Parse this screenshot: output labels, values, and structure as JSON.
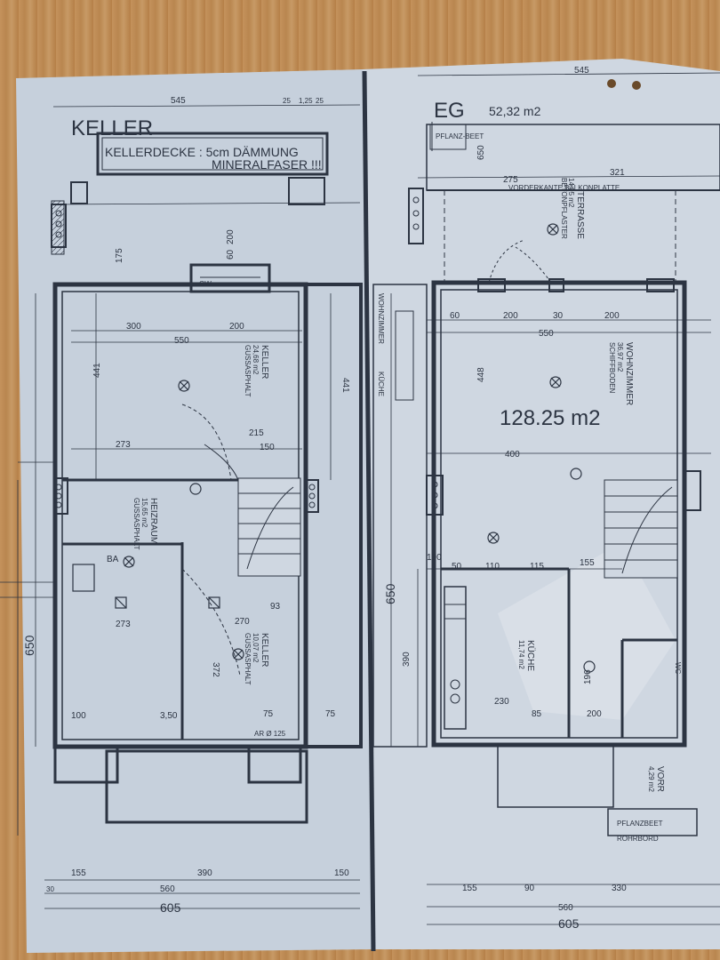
{
  "plans": {
    "keller": {
      "title": "KELLER",
      "note_line1": "KELLERDECKE : 5cm DÄMMUNG",
      "note_line2": "MINERALFASER !!!",
      "room_keller1": "KELLER",
      "room_keller1_area": "24,68 m2",
      "room_keller1_floor": "GUSSASPHALT",
      "room_heizraum": "HEIZRAUM",
      "room_heizraum_area": "15,65 m2",
      "room_heizraum_floor": "GUSSASPHALT",
      "room_keller2": "KELLER",
      "room_keller2_area": "10,07 m2",
      "room_keller2_floor": "GUSSASPHALT",
      "ba_label": "BA",
      "gw_label": "GW"
    },
    "eg": {
      "title": "EG",
      "terrace_area": "52,32 m2",
      "total_area": "128.25 m2",
      "room_terrasse": "TERRASSE",
      "room_terrasse_area": "14,95 m2",
      "room_terrasse_floor": "BETONPFLASTER",
      "room_wohnzimmer": "WOHNZIMMER",
      "room_wohnzimmer_area": "36,97 m2",
      "room_wohnzimmer_floor": "SCHIFFBODEN",
      "room_kueche": "KÜCHE",
      "room_kueche_area": "11,74 m2",
      "room_wc": "WC",
      "room_vorr": "VORR",
      "room_vorr_area": "4,29 m2",
      "vorderkante": "VORDERKANTE BALKONPLATTE",
      "pflanzbeet": "PFLANZBEET",
      "pflanzbeet_top": "PFLANZ-BEET",
      "rohrbord": "ROHRBORD",
      "wohnzimmer_side": "WOHNZIMMER",
      "kueche_side": "KÜCHE"
    }
  },
  "dimensions": {
    "top_545_left": "545",
    "top_545_right": "545",
    "k_25a": "25",
    "k_125": "1,25",
    "k_25b": "25",
    "k_300": "300",
    "k_200": "200",
    "k_550": "550",
    "k_273a": "273",
    "k_215": "215",
    "k_150": "150",
    "k_441": "441",
    "k_441b": "441",
    "k_650": "650",
    "k_273b": "273",
    "k_270": "270",
    "k_372": "372",
    "k_350": "3,50",
    "k_100": "100",
    "k_75": "75",
    "k_75b": "75",
    "k_155": "155",
    "k_390": "390",
    "k_150b": "150",
    "k_560": "560",
    "k_605": "605",
    "k_30": "30",
    "k_200b": "200",
    "k_60": "60",
    "k_175": "175",
    "k_93": "93",
    "k_ar125": "AR Ø 125",
    "e_275": "275",
    "e_321": "321",
    "e_650": "650",
    "e_60a": "60",
    "e_200a": "200",
    "e_30": "30",
    "e_200b": "200",
    "e_550": "550",
    "e_448": "448",
    "e_400": "400",
    "e_100": "100",
    "e_115": "115",
    "e_155": "155",
    "e_110": "110",
    "e_50": "50",
    "e_650b": "650",
    "e_390": "390",
    "e_230": "230",
    "e_200c": "200",
    "e_85": "85",
    "e_196": "196",
    "e_330": "330",
    "e_155b": "155",
    "e_90": "90",
    "e_560": "560",
    "e_605": "605"
  },
  "colors": {
    "paper": "#c9d3de",
    "ink": "#2c3442",
    "wood": "#bf8d57"
  }
}
